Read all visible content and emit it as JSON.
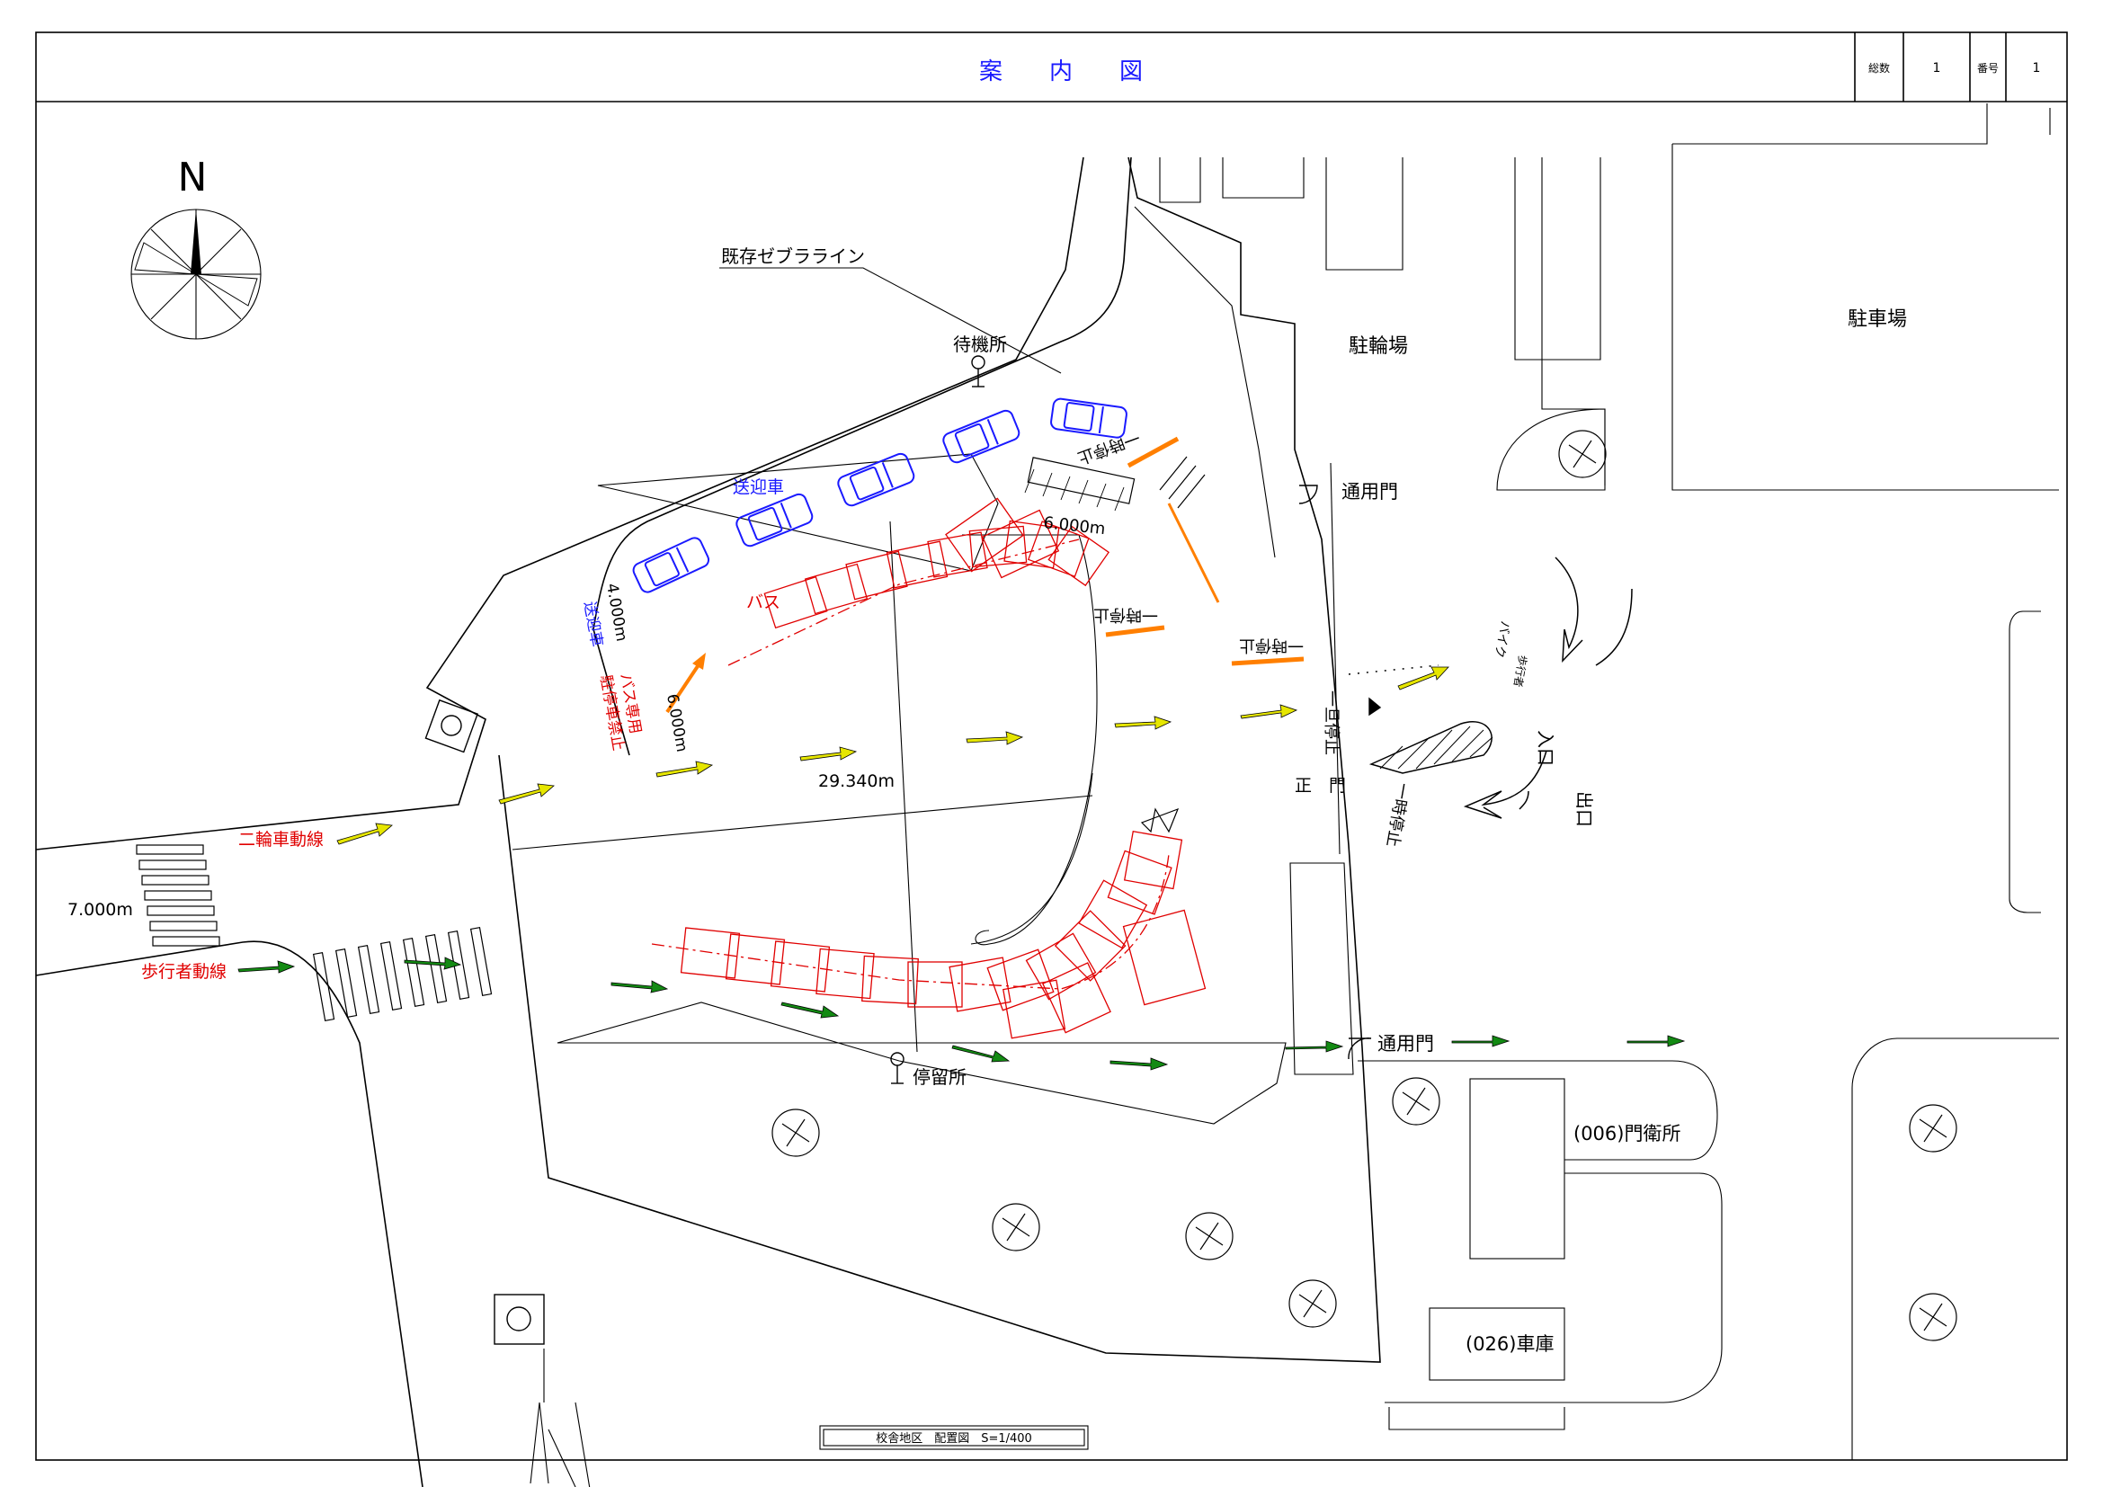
{
  "title": "案　　内　　図",
  "header": {
    "total_label": "総数",
    "total_value": "1",
    "number_label": "番号",
    "number_value": "1"
  },
  "compass": {
    "north": "N"
  },
  "labels": {
    "zebra_existing": "既存ゼブラライン",
    "waiting_area": "待機所",
    "bicycle_parking": "駐輪場",
    "parking_lot": "駐車場",
    "service_gate_top": "通用門",
    "pickup_car_top": "送迎車",
    "pickup_car_side": "送迎車",
    "bus": "バス",
    "bus_only": "バス専用",
    "no_parking": "駐停車禁止",
    "dim_4m": "4.000m",
    "dim_6m_top": "6.000m",
    "dim_6m_side": "6.000m",
    "dim_29m": "29.340m",
    "dim_7m": "7.000m",
    "two_wheel_route": "二輪車動線",
    "pedestrian_route": "歩行者動線",
    "main_gate": "正　門",
    "pause_road": "一旦停止",
    "bus_stop": "停留所",
    "service_gate_bottom": "通用門",
    "guard_house": "(006)門衛所",
    "garage": "(026)車庫",
    "bike_word": "バイク",
    "ped_word": "歩行者",
    "road_mark_1": "一時停止",
    "road_mark_2": "一時停止",
    "road_mark_3": "一時停止",
    "road_mark_4": "一時停止",
    "road_mark_in": "入口",
    "road_mark_out": "出口",
    "footer": "校舎地区　配置図　S=1/400"
  },
  "colors": {
    "pickup": "#1a1aff",
    "bus": "#e00000",
    "two_wheel_arrow": "#e6e600",
    "pedestrian_arrow": "#138a13",
    "orange": "#ff7f00",
    "title": "#1a1aff"
  }
}
